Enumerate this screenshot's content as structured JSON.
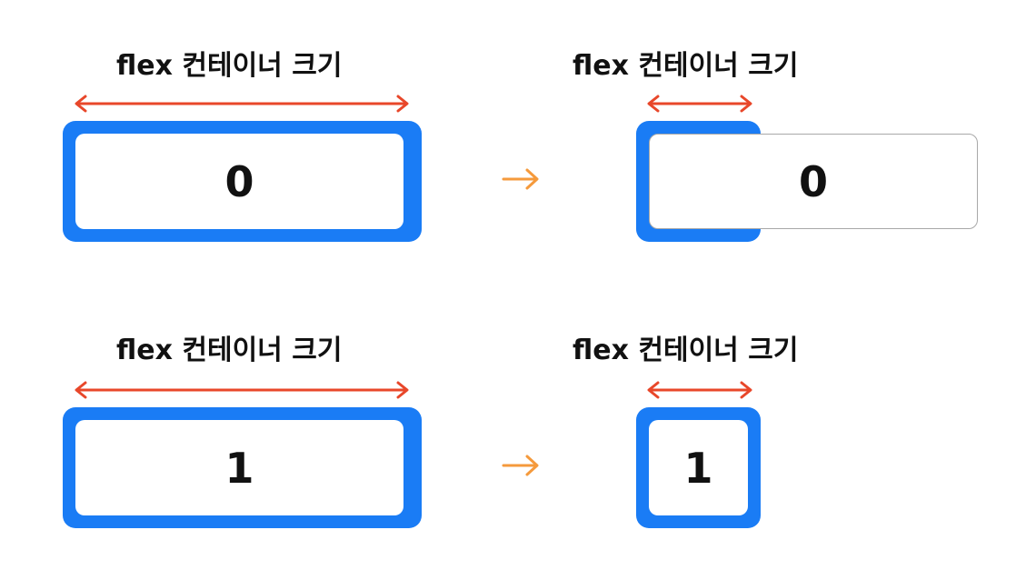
{
  "colors": {
    "container": "#1a7cf5",
    "dimension_arrow": "#e8472a",
    "transition_arrow": "#f59a3c",
    "item_background": "#ffffff",
    "overflow_item_border": "#a8a8a8"
  },
  "rows": [
    {
      "before": {
        "label": "flex 컨테이너 크기",
        "item_value": "0"
      },
      "after": {
        "label": "flex 컨테이너 크기",
        "item_value": "0",
        "item_overflows_container": true
      }
    },
    {
      "before": {
        "label": "flex 컨테이너 크기",
        "item_value": "1"
      },
      "after": {
        "label": "flex 컨테이너 크기",
        "item_value": "1",
        "item_overflows_container": false
      }
    }
  ]
}
